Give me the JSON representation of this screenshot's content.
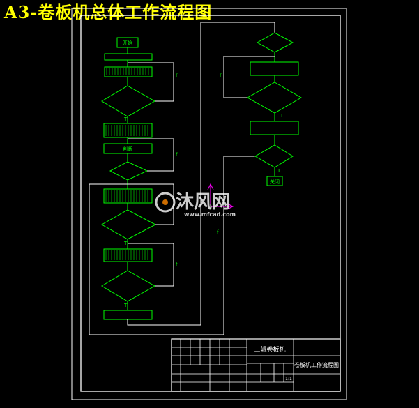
{
  "title": "A3-卷板机总体工作流程图",
  "flow": {
    "start": "开始",
    "judge": "判断",
    "end": "关闭",
    "loop_flag": "f",
    "yes_flag": "T"
  },
  "title_block": {
    "product": "三辊卷板机",
    "drawing_name": "卷板机工作流程图",
    "scale": "1:1"
  },
  "watermark": {
    "brand": "沐风网",
    "url": "www.mfcad.com"
  },
  "colors": {
    "title": "#ffff00",
    "lines": "#ffffff",
    "flow": "#00ff00",
    "axis": "#ff00ff"
  }
}
